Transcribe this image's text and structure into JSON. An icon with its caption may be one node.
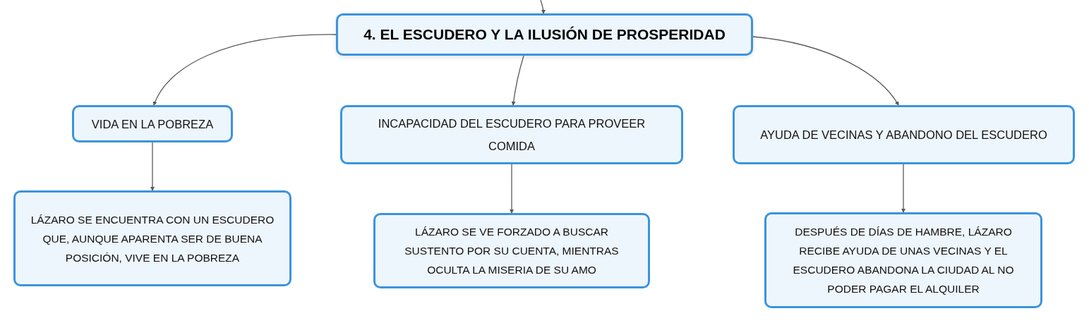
{
  "diagram": {
    "nodes": [
      {
        "text": [
          "4. EL ESCUDERO Y LA ILUSIÓN DE PROSPERIDAD"
        ]
      },
      {
        "text": [
          "VIDA EN LA POBREZA"
        ]
      },
      {
        "text": [
          "INCAPACIDAD DEL ESCUDERO PARA PROVEER COMIDA"
        ]
      },
      {
        "text": [
          "AYUDA DE VECINAS Y ABANDONO DEL ESCUDERO"
        ]
      },
      {
        "text": [
          "LÁZARO SE ENCUENTRA CON UN ESCUDERO QUE, AUNQUE APARENTA SER DE BUENA POSICIÓN, VIVE EN LA POBREZA"
        ]
      },
      {
        "text": [
          "LÁZARO SE VE FORZADO A BUSCAR SUSTENTO POR SU CUENTA, MIENTRAS OCULTA LA MISERIA DE SU AMO"
        ]
      },
      {
        "text": [
          "DESPUÉS DE DÍAS DE HAMBRE, LÁZARO RECIBE AYUDA DE UNAS VECINAS Y EL ESCUDERO ABANDONA LA CIUDAD AL NO PODER PAGAR EL ALQUILER"
        ]
      }
    ],
    "edges": [
      {
        "from": null,
        "to": 0,
        "arrow": "to"
      },
      {
        "from": 0,
        "to": 1,
        "arrow": "to"
      },
      {
        "from": 0,
        "to": 2,
        "arrow": "to"
      },
      {
        "from": 0,
        "to": 3,
        "arrow": "to"
      },
      {
        "from": 1,
        "to": 4,
        "arrow": "to"
      },
      {
        "from": 2,
        "to": 5,
        "arrow": "to"
      },
      {
        "from": 3,
        "to": 6,
        "arrow": "to"
      }
    ]
  }
}
